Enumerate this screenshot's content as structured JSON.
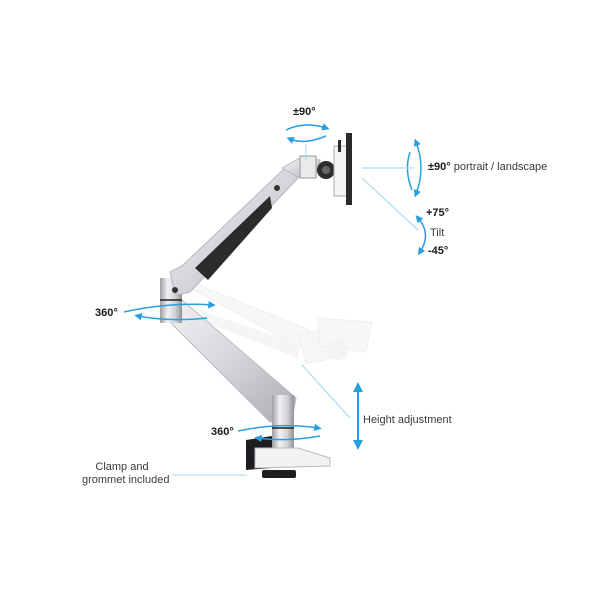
{
  "diagram": {
    "subject": "Single monitor gas spring arm",
    "accent_color": "#2a9fdf",
    "leader_color": "#9fd4ee",
    "annotations": {
      "top_swivel": {
        "angle": "±90°"
      },
      "rotation": {
        "angle": "±90°",
        "text": "portrait / landscape"
      },
      "tilt": {
        "up": "+75°",
        "label": "Tilt",
        "down": "-45°"
      },
      "upper_pivot": {
        "angle": "360°"
      },
      "base_pivot": {
        "angle": "360°"
      },
      "height": {
        "label": "Height adjustment"
      },
      "clamp": {
        "line1": "Clamp and",
        "line2": "grommet included"
      }
    }
  }
}
